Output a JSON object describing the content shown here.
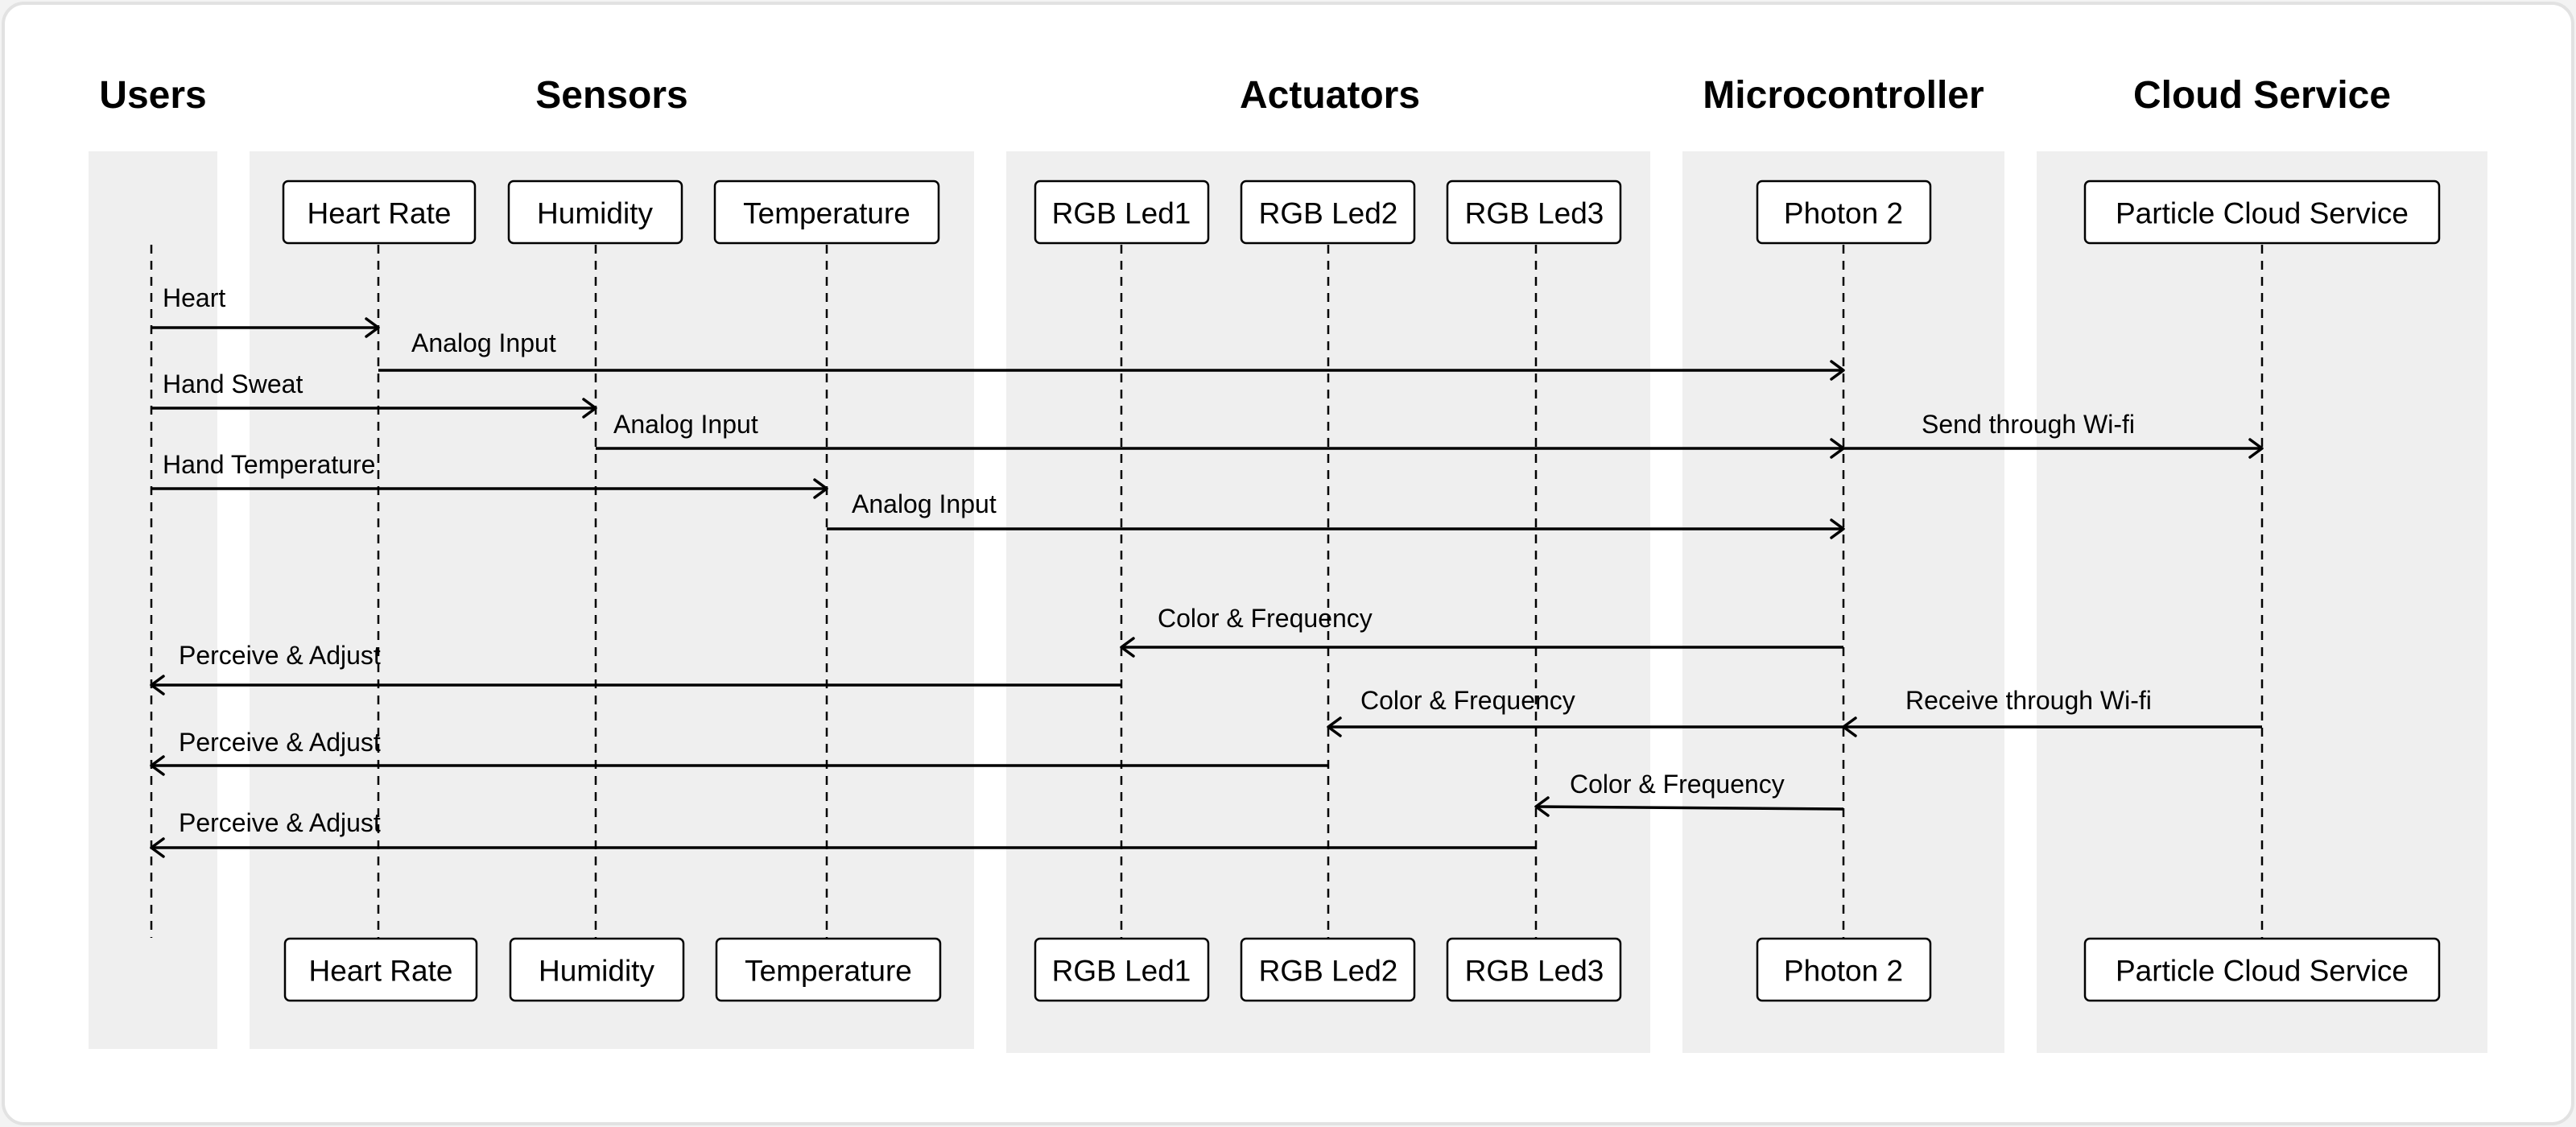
{
  "groups": [
    {
      "id": "users",
      "title": "Users"
    },
    {
      "id": "sensors",
      "title": "Sensors"
    },
    {
      "id": "actuators",
      "title": "Actuators"
    },
    {
      "id": "microcontroller",
      "title": "Microcontroller"
    },
    {
      "id": "cloud",
      "title": "Cloud Service"
    }
  ],
  "participants": [
    {
      "id": "users",
      "label": ""
    },
    {
      "id": "heart_rate",
      "label": "Heart Rate"
    },
    {
      "id": "humidity",
      "label": "Humidity"
    },
    {
      "id": "temperature",
      "label": "Temperature"
    },
    {
      "id": "rgb_led1",
      "label": "RGB Led1"
    },
    {
      "id": "rgb_led2",
      "label": "RGB Led2"
    },
    {
      "id": "rgb_led3",
      "label": "RGB Led3"
    },
    {
      "id": "photon2",
      "label": "Photon 2"
    },
    {
      "id": "particle_cloud",
      "label": "Particle Cloud Service"
    }
  ],
  "messages": [
    {
      "from": "users",
      "to": "heart_rate",
      "label": "Heart"
    },
    {
      "from": "heart_rate",
      "to": "photon2",
      "label": "Analog Input"
    },
    {
      "from": "users",
      "to": "humidity",
      "label": "Hand Sweat"
    },
    {
      "from": "humidity",
      "to": "photon2",
      "label": "Analog Input"
    },
    {
      "from": "photon2",
      "to": "particle_cloud",
      "label": "Send through Wi-fi"
    },
    {
      "from": "users",
      "to": "temperature",
      "label": "Hand Temperature"
    },
    {
      "from": "temperature",
      "to": "photon2",
      "label": "Analog Input"
    },
    {
      "from": "photon2",
      "to": "rgb_led1",
      "label": "Color & Frequency"
    },
    {
      "from": "rgb_led1",
      "to": "users",
      "label": "Perceive & Adjust"
    },
    {
      "from": "photon2",
      "to": "rgb_led2",
      "label": "Color & Frequency"
    },
    {
      "from": "particle_cloud",
      "to": "photon2",
      "label": "Receive through Wi-fi"
    },
    {
      "from": "rgb_led2",
      "to": "users",
      "label": "Perceive & Adjust"
    },
    {
      "from": "photon2",
      "to": "rgb_led3",
      "label": "Color & Frequency"
    },
    {
      "from": "rgb_led3",
      "to": "users",
      "label": "Perceive & Adjust"
    }
  ]
}
